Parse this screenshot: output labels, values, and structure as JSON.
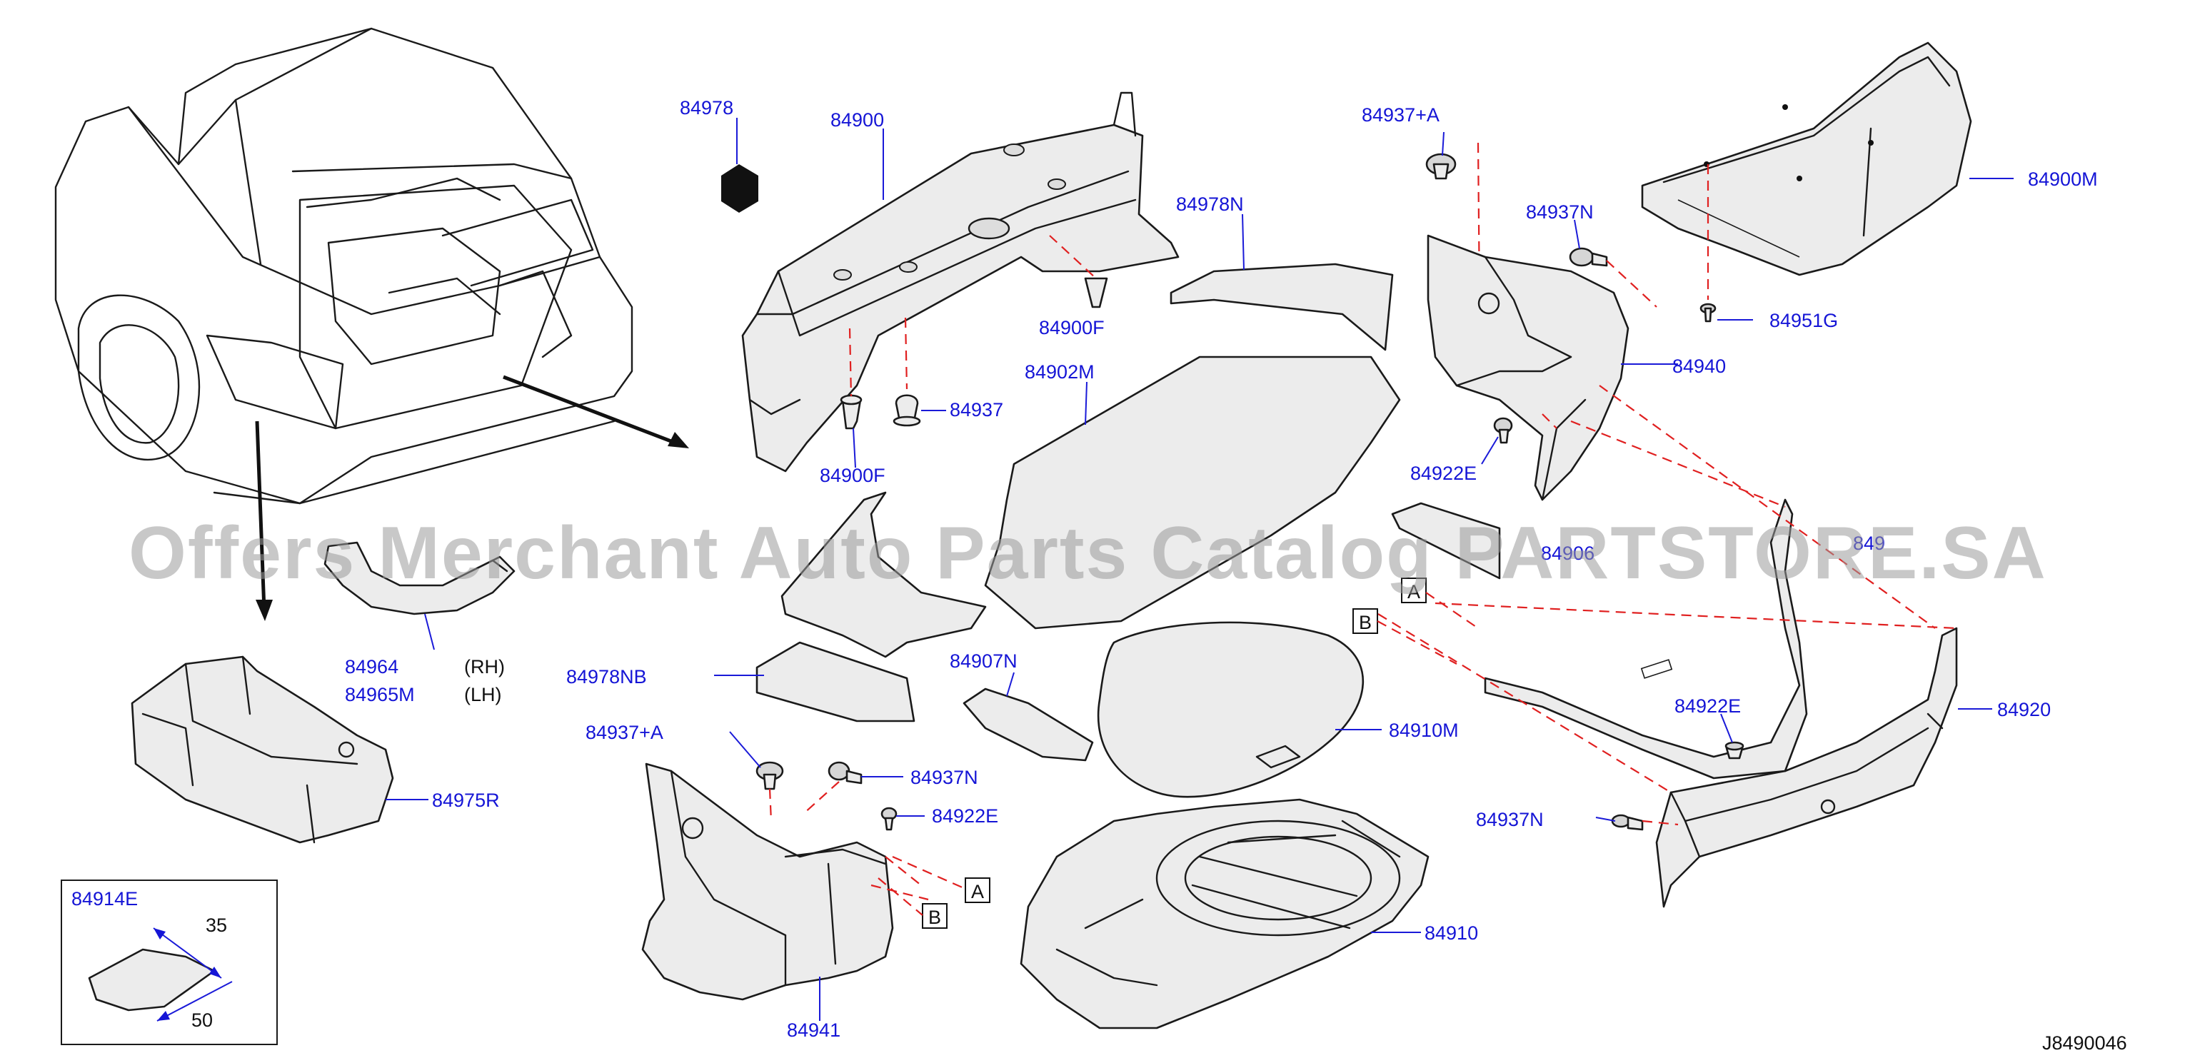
{
  "diagram": {
    "code": "J8490046",
    "watermark": "Offers Merchant Auto Parts Catalog PARTSTORE.SA",
    "callouts": {
      "c84978": "84978",
      "c84900": "84900",
      "c84978N": "84978N",
      "c84937A_top": "84937+A",
      "c84937N_top": "84937N",
      "c84900M": "84900M",
      "c84900F_1": "84900F",
      "c84900F_2": "84900F",
      "c84937": "84937",
      "c84902M": "84902M",
      "c84951G": "84951G",
      "c84940": "84940",
      "c84922E_1": "84922E",
      "c849xx_partial": "849",
      "c84964": "84964",
      "c84965M": "84965M",
      "c84978NB": "84978NB",
      "c84907N": "84907N",
      "c84910M": "84910M",
      "c84922E_2": "84922E",
      "c84920": "84920",
      "c84937A_bottom": "84937+A",
      "c84937N_mid": "84937N",
      "c84922E_3": "84922E",
      "c84937N_right": "84937N",
      "c84975R": "84975R",
      "c84914E": "84914E",
      "c84910": "84910",
      "c84941": "84941",
      "c84906_partial": "84906"
    },
    "side_labels": {
      "rh": "(RH)",
      "lh": "(LH)"
    },
    "ref_boxes": {
      "a1": "A",
      "b1": "B",
      "a2": "A",
      "b2": "B"
    },
    "dimensions": {
      "d35": "35",
      "d50": "50"
    }
  }
}
